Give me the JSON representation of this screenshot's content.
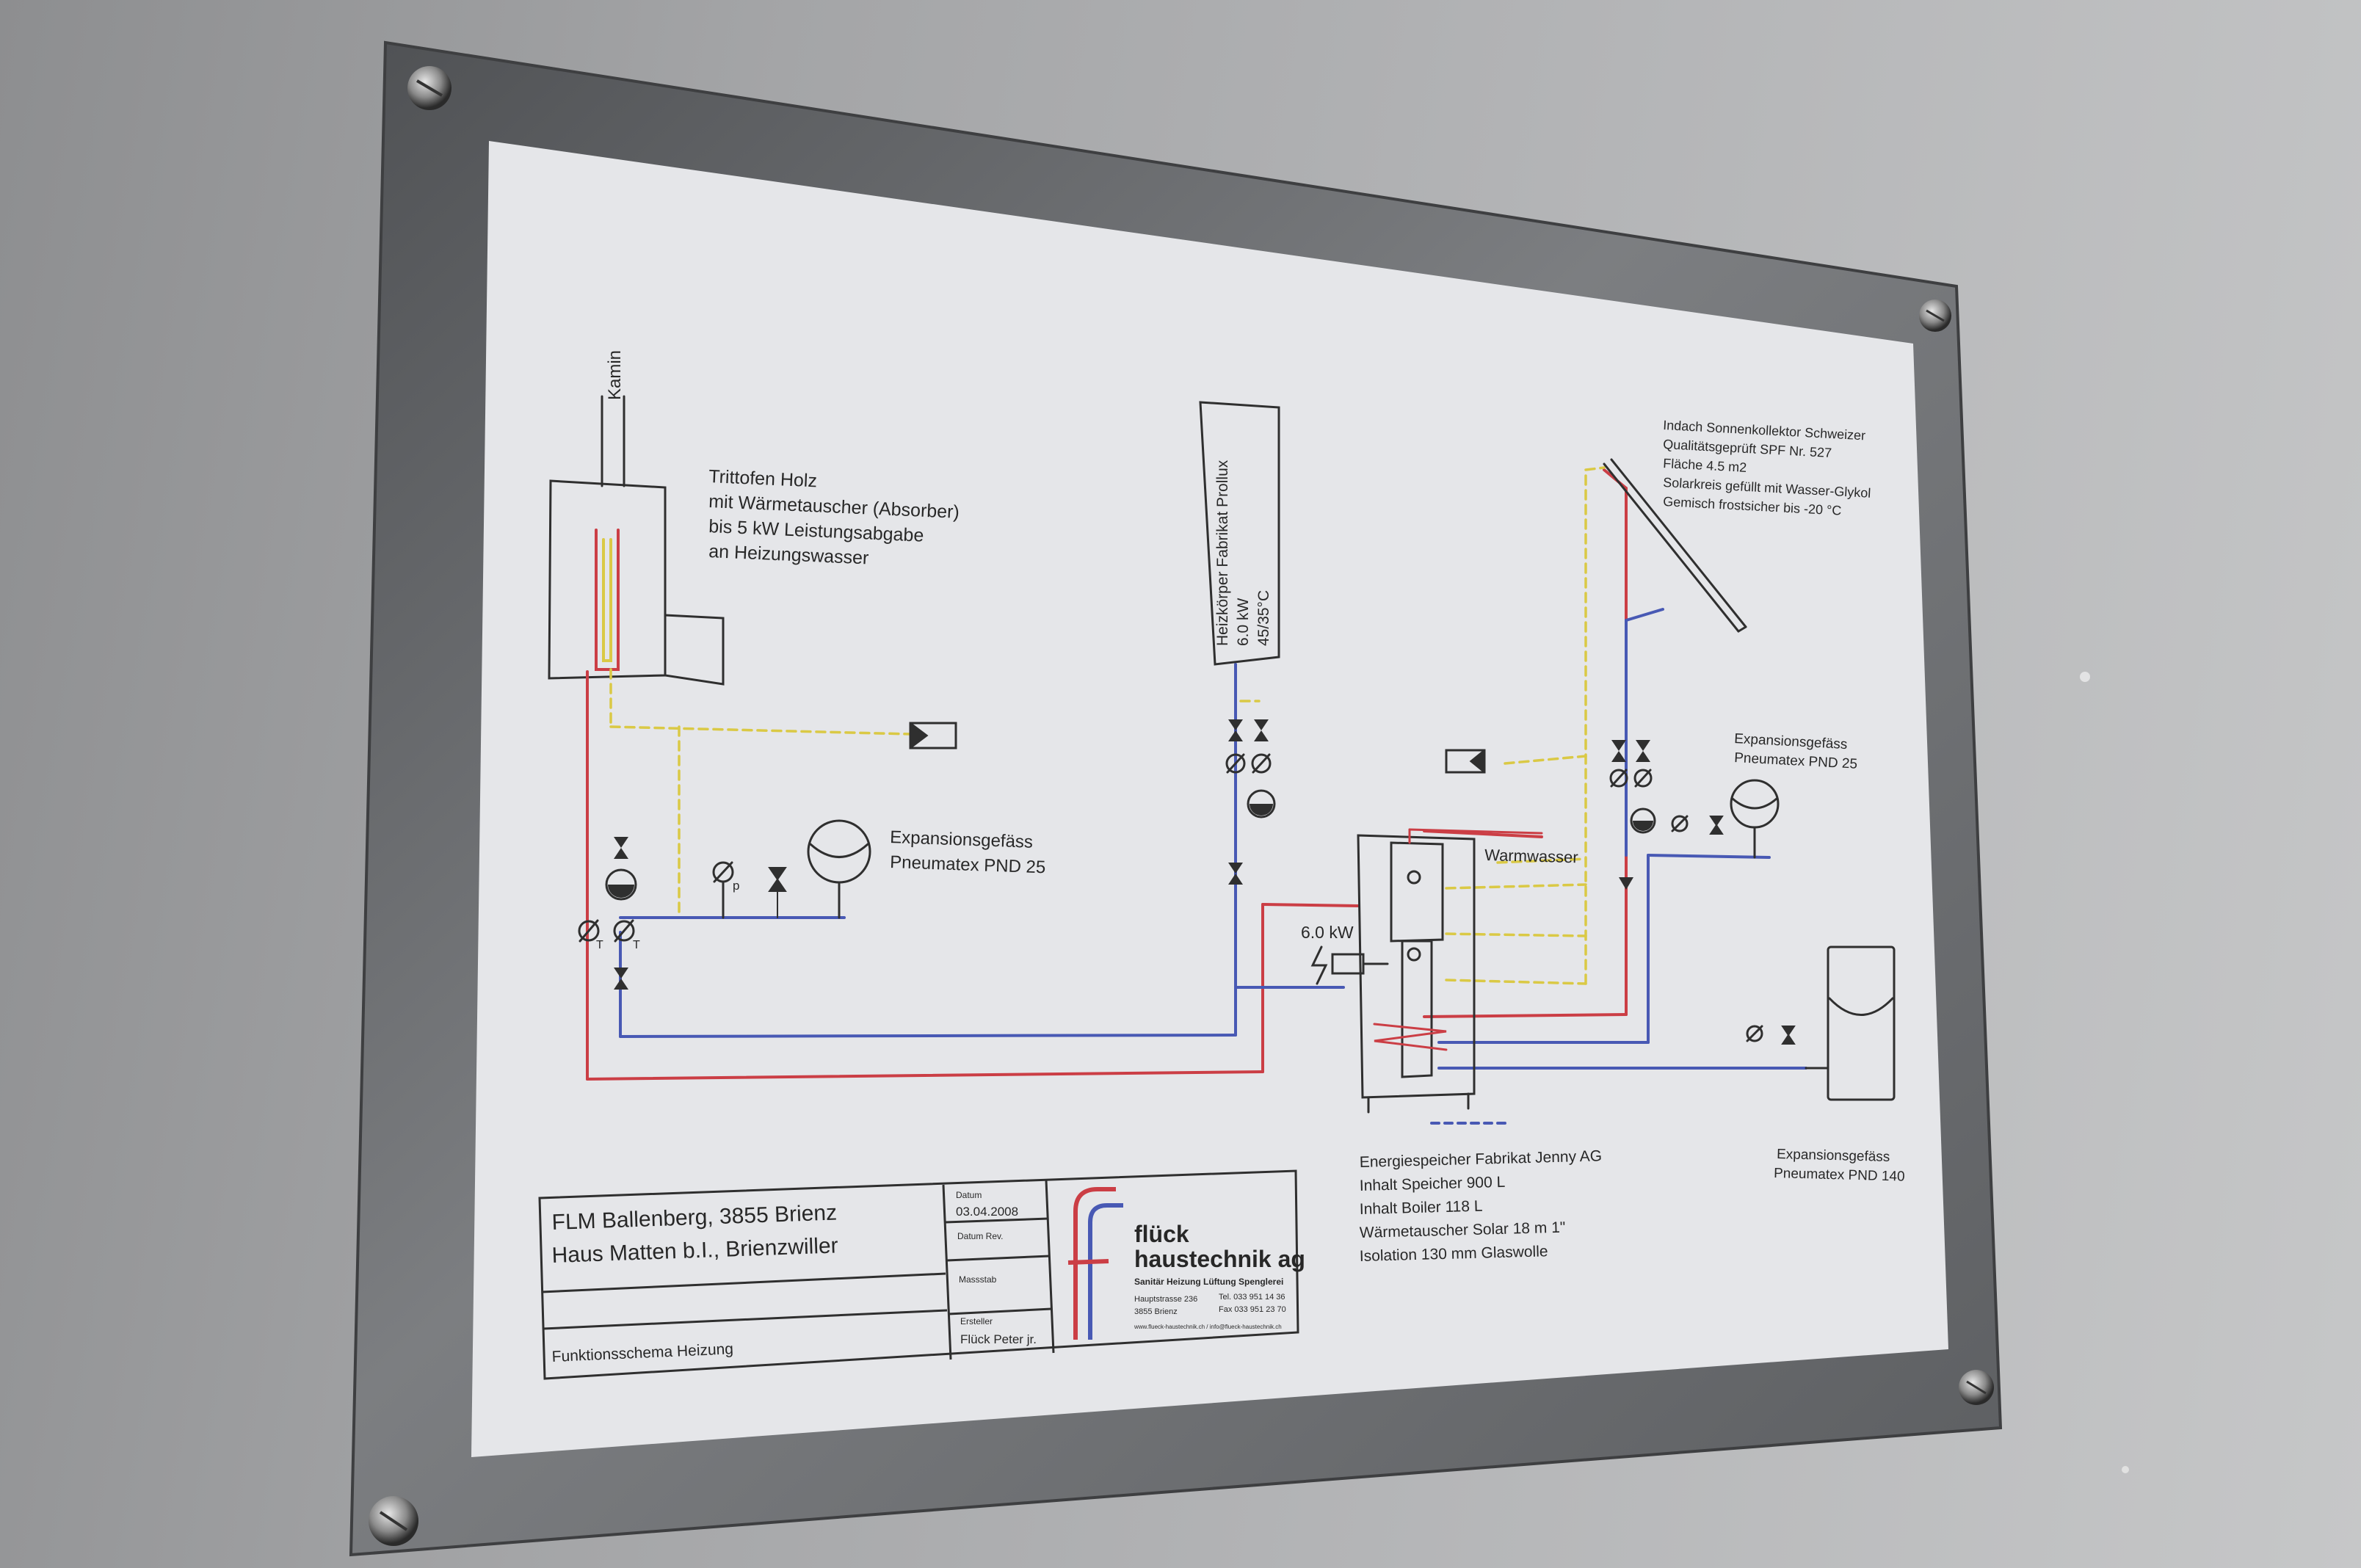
{
  "colors": {
    "wall": "#b0b1b3",
    "frame": "#6f7174",
    "paper": "#e4e5e8",
    "supply_red": "#c8323a",
    "return_blue": "#3d4fb0",
    "solar_yellow": "#d8c63a",
    "ink": "#1a1a1a"
  },
  "diagram": {
    "chimney_label": "Kamin",
    "stove_description": [
      "Trittofen Holz",
      "mit Wärmetauscher (Absorber)",
      "bis 5 kW Leistungsabgabe",
      "an Heizungswasser"
    ],
    "radiator_description": [
      "Heizkörper Fabrikat Prollux",
      "6.0 kW",
      "45/35°C"
    ],
    "solar_description": [
      "Indach Sonnenkollektor Schweizer",
      "Qualitätsgeprüft SPF Nr. 527",
      "Fläche 4.5 m2",
      "Solarkreis gefüllt mit Wasser-Glykol",
      "Gemisch frostsicher bis -20 °C"
    ],
    "expansion_left": [
      "Expansionsgefäss",
      "Pneumatex PND 25"
    ],
    "expansion_right": [
      "Expansionsgefäss",
      "Pneumatex PND 25"
    ],
    "expansion_bottom": [
      "Expansionsgefäss",
      "Pneumatex PND 140"
    ],
    "hot_water_label": "Warmwasser",
    "heater_rating": "6.0 kW",
    "storage_description": [
      "Energiespeicher Fabrikat Jenny AG",
      "Inhalt Speicher 900 L",
      "Inhalt Boiler 118 L",
      "Wärmetauscher Solar 18 m 1\"",
      "Isolation 130 mm Glaswolle"
    ],
    "sensor_labels": {
      "p": "p",
      "t": "T"
    }
  },
  "title_block": {
    "project_line1": "FLM Ballenberg, 3855 Brienz",
    "project_line2": "Haus Matten b.I., Brienzwiller",
    "drawing_title": "Funktionsschema Heizung",
    "date_label": "Datum",
    "date_value": "03.04.2008",
    "revision_label": "Datum Rev.",
    "scale_label": "Massstab",
    "author_label": "Ersteller",
    "author_value": "Flück Peter jr.",
    "company_line1": "flück",
    "company_line2": "haustechnik ag",
    "company_services": "Sanitär Heizung Lüftung Spenglerei",
    "address_street": "Hauptstrasse 236",
    "address_city": "3855 Brienz",
    "phone": "Tel.  033 951 14 36",
    "fax": "Fax  033 951 23 70",
    "web": "www.flueck-haustechnik.ch / info@flueck-haustechnik.ch"
  }
}
